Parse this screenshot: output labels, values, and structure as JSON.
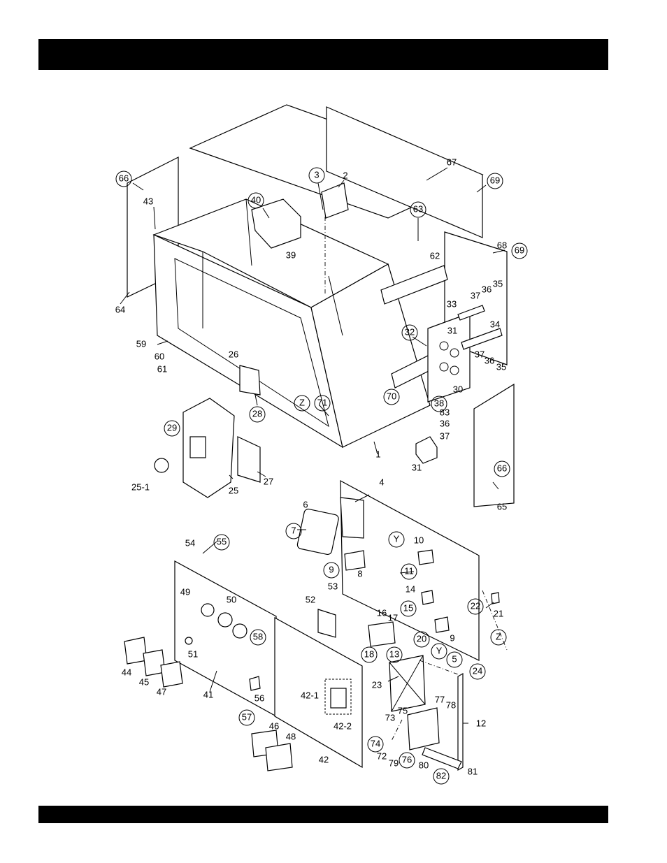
{
  "labels": {
    "p1": "1",
    "p2": "2",
    "p3": "3",
    "p4": "4",
    "p5": "5",
    "p6": "6",
    "p7": "7",
    "p8": "8",
    "p9": "9",
    "p9b": "9",
    "p10": "10",
    "p11": "11",
    "p12": "12",
    "p13": "13",
    "p14": "14",
    "p15": "15",
    "p16": "16",
    "p17": "17",
    "p18": "18",
    "p20": "20",
    "p21": "21",
    "p22": "22",
    "p23": "23",
    "p24": "24",
    "p25": "25",
    "p25_1": "25-1",
    "p26": "26",
    "p27": "27",
    "p28": "28",
    "p29": "29",
    "p30": "30",
    "p31": "31",
    "p31b": "31",
    "p32": "32",
    "p33": "33",
    "p34": "34",
    "p35": "35",
    "p35b": "35",
    "p36": "36",
    "p36b": "36",
    "p36c": "36",
    "p37": "37",
    "p37b": "37",
    "p37c": "37",
    "p38": "38",
    "p39": "39",
    "p40": "40",
    "p41": "41",
    "p42": "42",
    "p42_1": "42-1",
    "p42_2": "42-2",
    "p43": "43",
    "p44": "44",
    "p45": "45",
    "p46": "46",
    "p47": "47",
    "p48": "48",
    "p49": "49",
    "p50": "50",
    "p51": "51",
    "p52": "52",
    "p53": "53",
    "p54": "54",
    "p55": "55",
    "p56": "56",
    "p57": "57",
    "p58": "58",
    "p59": "59",
    "p60": "60",
    "p61": "61",
    "p62": "62",
    "p63": "63",
    "p64": "64",
    "p65": "65",
    "p66": "66",
    "p66b": "66",
    "p67": "67",
    "p68": "68",
    "p69": "69",
    "p69b": "69",
    "p70": "70",
    "p71": "71",
    "p72": "72",
    "p73": "73",
    "p74": "74",
    "p75": "75",
    "p76": "76",
    "p77": "77",
    "p78": "78",
    "p79": "79",
    "p80": "80",
    "p81": "81",
    "p82": "82",
    "p83": "83",
    "pY": "Y",
    "pY2": "Y",
    "pZ": "Z",
    "pZ2": "Z"
  }
}
